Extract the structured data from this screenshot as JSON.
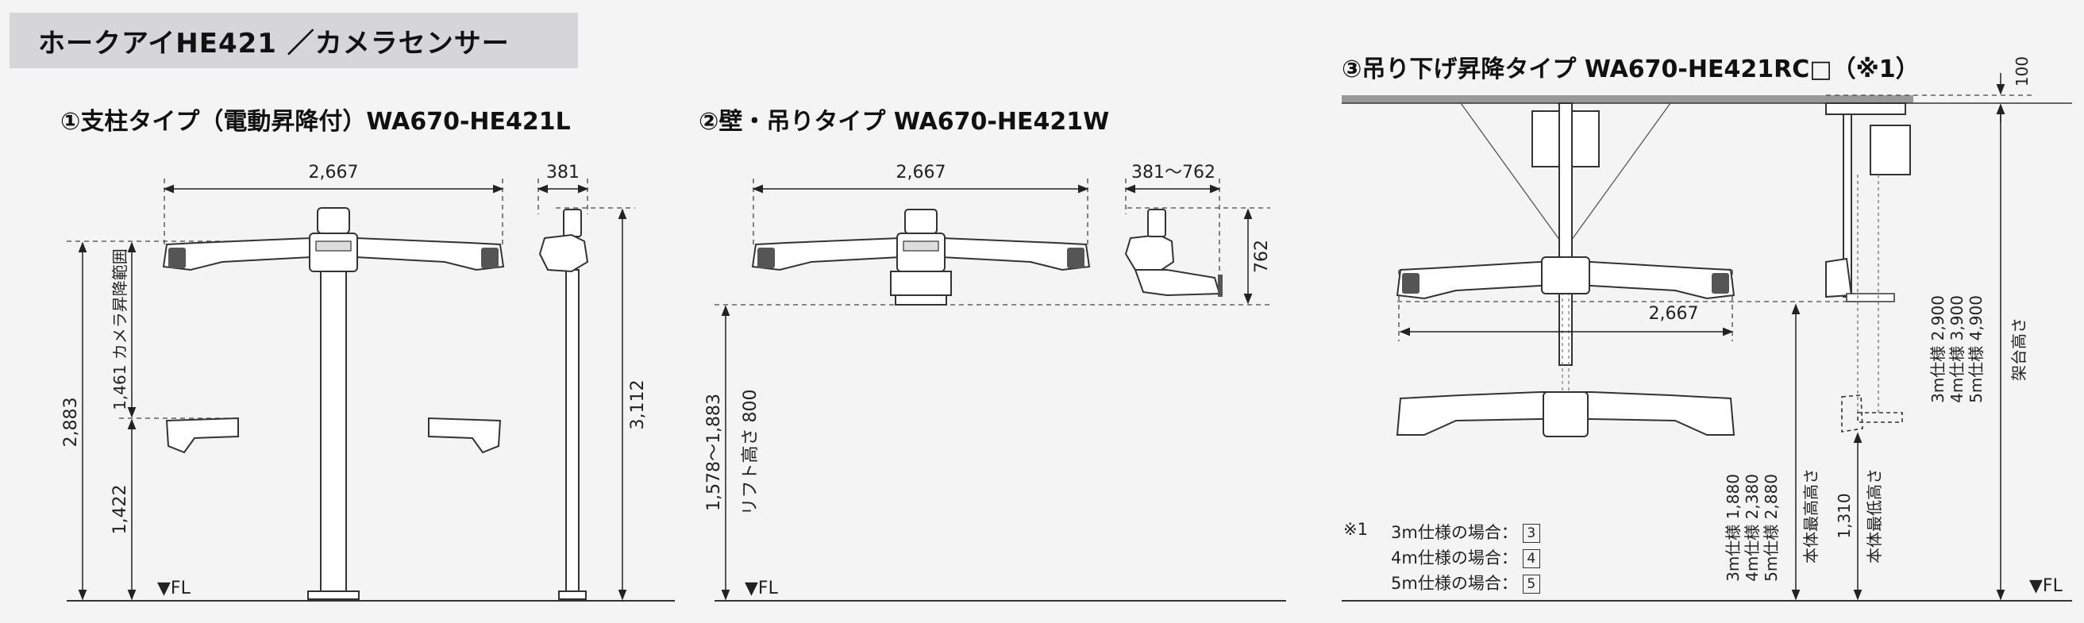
{
  "title": "ホークアイHE421 ／カメラセンサー",
  "sections": {
    "s1": {
      "heading": "①支柱タイプ（電動昇降付）WA670-HE421L",
      "dim_width": "2,667",
      "dim_side": "381",
      "dim_total_height": "2,883",
      "dim_camera_range": "1,461 カメラ昇降範囲",
      "dim_lower": "1,422",
      "dim_pillar_height": "3,112",
      "floor": "▼FL"
    },
    "s2": {
      "heading": "②壁・吊りタイプ WA670-HE421W",
      "dim_width": "2,667",
      "dim_side": "381～762",
      "dim_height": "762",
      "dim_lift": "1,578～1,883",
      "dim_lift_label": "リフト高さ 800",
      "floor": "▼FL"
    },
    "s3": {
      "heading": "③吊り下げ昇降タイプ WA670-HE421RC□（※1）",
      "dim_top": "100",
      "dim_width": "2,667",
      "dim_max_values": [
        "3m仕様 1,880",
        "4m仕様 2,380",
        "5m仕様 2,880"
      ],
      "dim_max_label": "本体最高高さ",
      "dim_min_value": "1,310",
      "dim_min_label": "本体最低高さ",
      "dim_frame_values": [
        "3m仕様 2,900",
        "4m仕様 3,900",
        "5m仕様 4,900"
      ],
      "dim_frame_label": "架台高さ",
      "floor": "▼FL",
      "notes": {
        "mark": "※1",
        "rows": [
          {
            "label": "3m仕様の場合：",
            "code": "3"
          },
          {
            "label": "4m仕様の場合：",
            "code": "4"
          },
          {
            "label": "5m仕様の場合：",
            "code": "5"
          }
        ]
      }
    }
  }
}
